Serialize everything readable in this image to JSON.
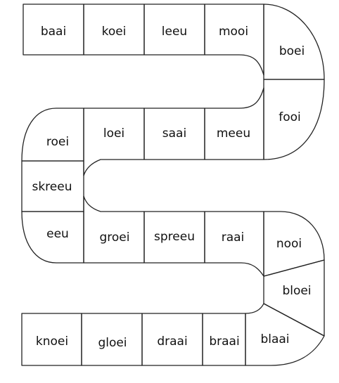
{
  "board": {
    "words": [
      "baai",
      "koei",
      "leeu",
      "mooi",
      "boei",
      "fooi",
      "meeu",
      "saai",
      "loei",
      "roei",
      "skreeu",
      "eeu",
      "groei",
      "spreeu",
      "raai",
      "nooi",
      "bloei",
      "blaai",
      "braai",
      "draai",
      "gloei",
      "knoei"
    ]
  }
}
